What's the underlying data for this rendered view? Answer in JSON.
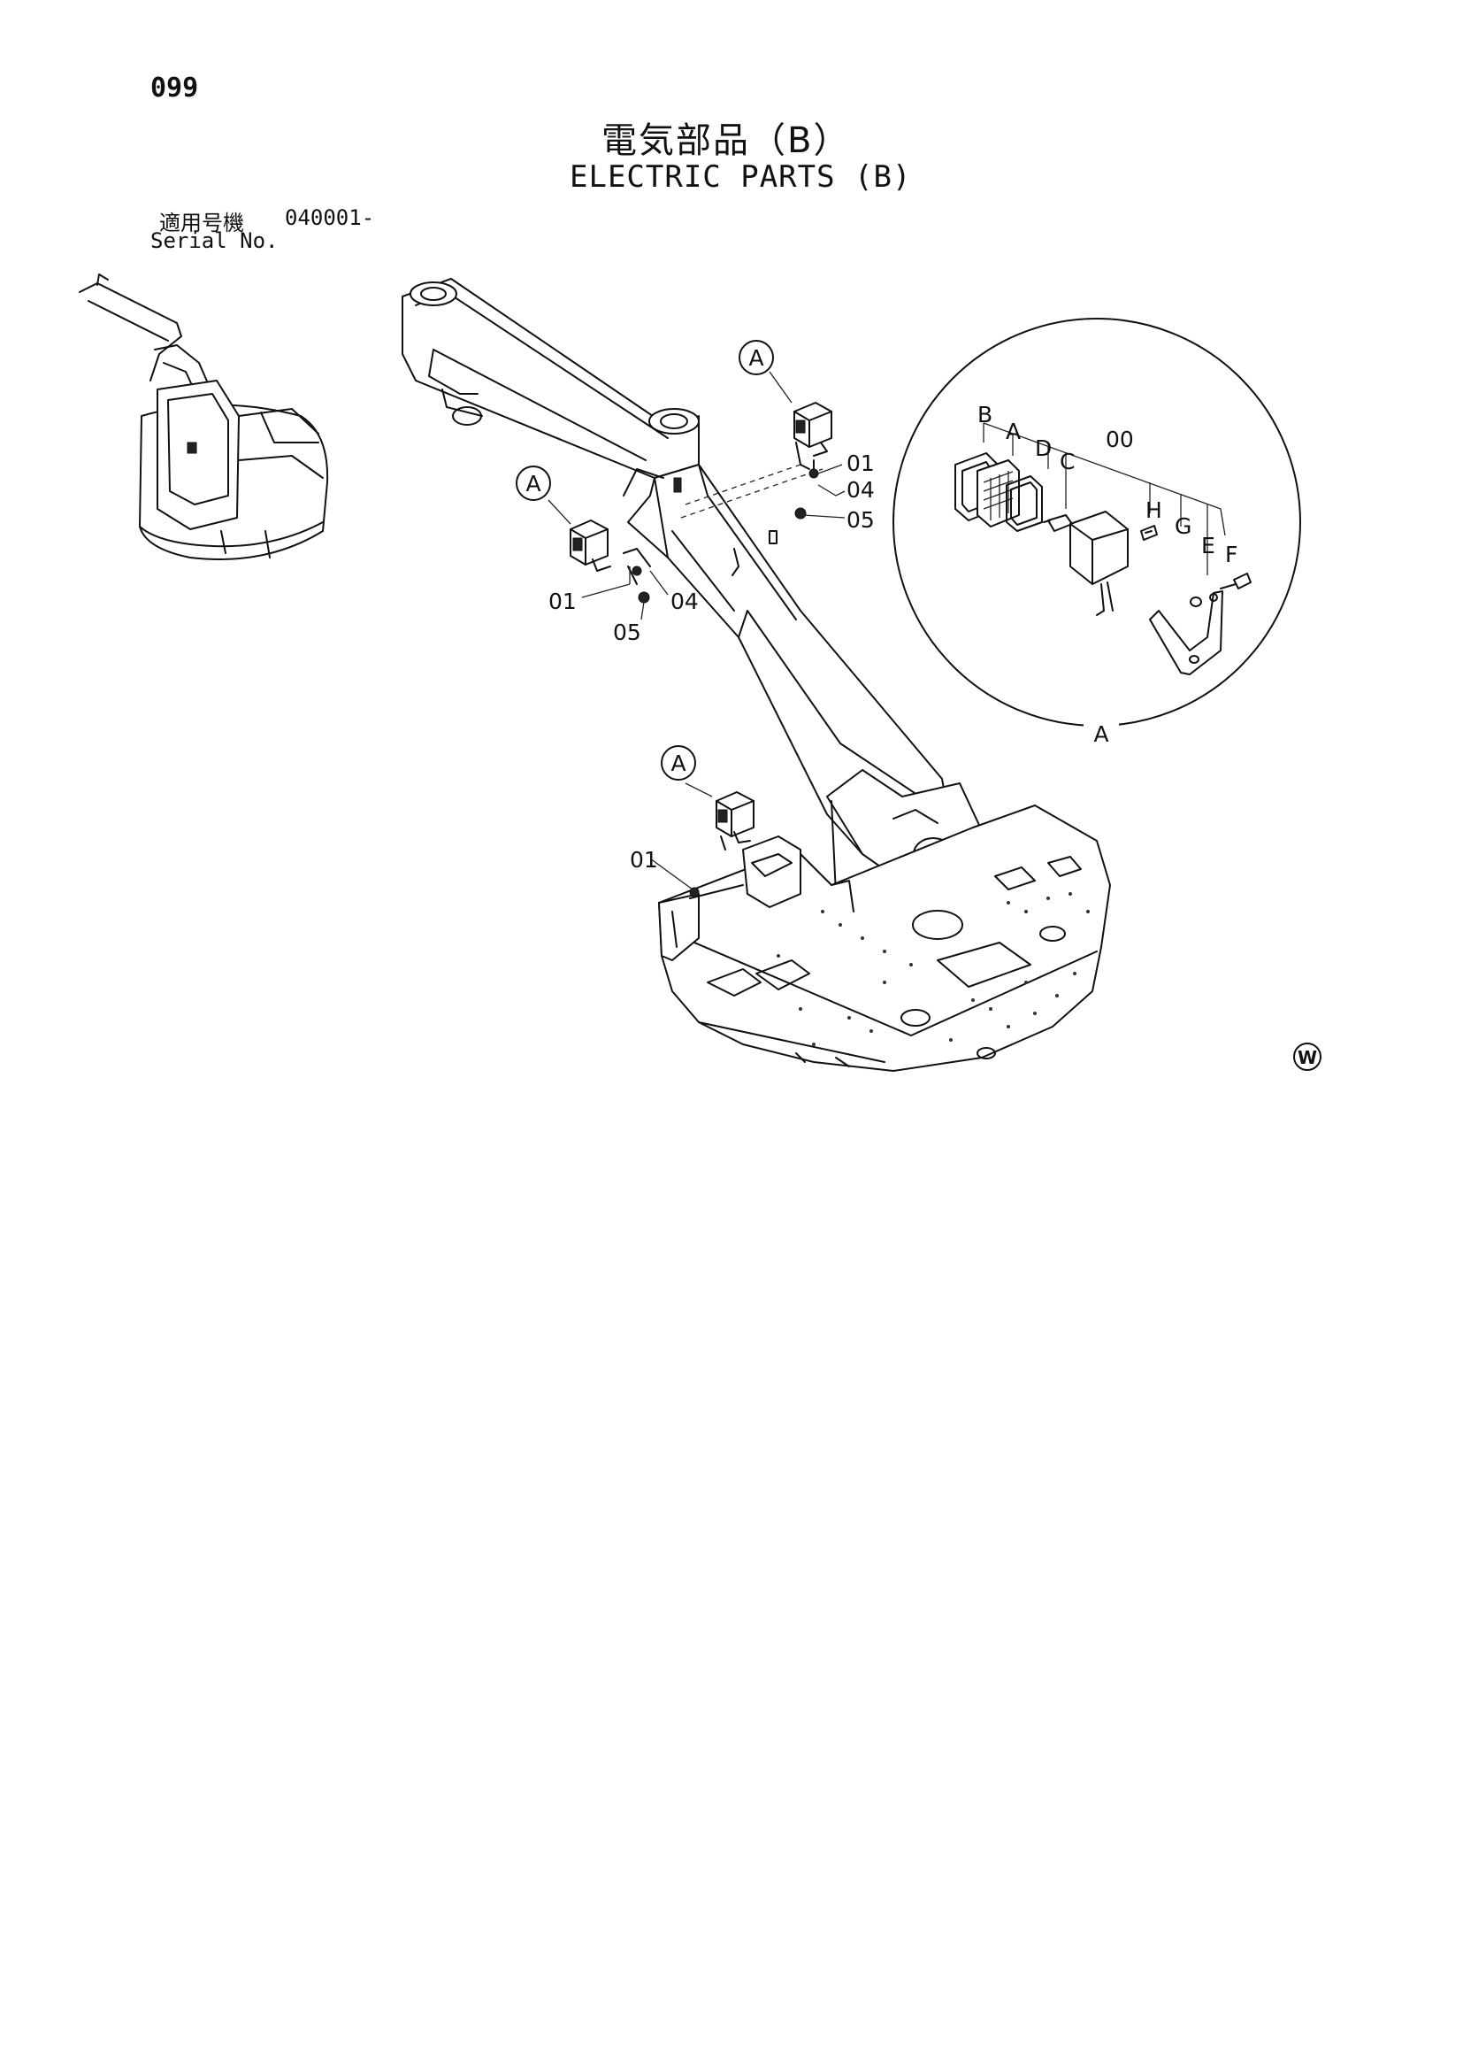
{
  "page": {
    "number": "099"
  },
  "title": {
    "japanese": "電気部品（B）",
    "english": "ELECTRIC PARTS (B)"
  },
  "serial": {
    "label_jp": "適用号機",
    "value": "040001-",
    "label_en": "Serial No."
  },
  "diagram": {
    "callout": "A",
    "part_numbers": {
      "p01": "01",
      "p04": "04",
      "p05": "05",
      "p00": "00"
    },
    "detail_letters": {
      "a": "A",
      "b": "B",
      "c": "C",
      "d": "D",
      "e": "E",
      "f": "F",
      "g": "G",
      "h": "H"
    },
    "detail_label": "A",
    "publisher_mark": "W"
  }
}
